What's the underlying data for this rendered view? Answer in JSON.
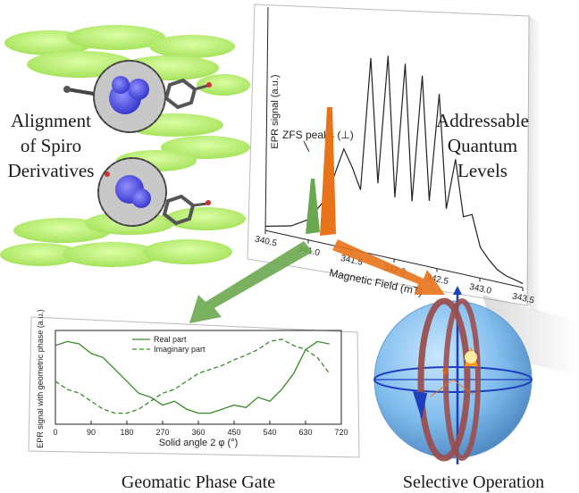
{
  "captions": {
    "alignment": [
      "Alignment",
      "of Spiro",
      "Derivatives"
    ],
    "addressable": [
      "Addressable",
      "Quantum",
      "Levels"
    ],
    "phase_gate": "Geomatic Phase Gate",
    "selective": "Selective Operation"
  },
  "colors": {
    "green_arrow": "#6aa84f",
    "orange_arrow": "#e8731a",
    "disc_green": "#b6f26a",
    "sphere_blue": "#5aa8e6",
    "ring_brown": "#9a4f4f",
    "arrow_blue": "#1f3fbf"
  },
  "chart_data": [
    {
      "type": "line",
      "xlabel": "Magnetic Field (mT)",
      "ylabel": "EPR signal (a.u.)",
      "xlim": [
        340.5,
        343.5
      ],
      "x_ticks": [
        "340.5",
        "341.0",
        "341.5",
        "342.0",
        "342.5",
        "343.0",
        "343.5"
      ],
      "annotation": "ZFS peaks (⊥)",
      "series": [
        {
          "x": [
            340.5,
            340.8,
            341.0,
            341.2,
            341.4,
            341.5,
            341.6,
            341.7,
            341.8,
            341.9,
            342.0,
            342.1,
            342.2,
            342.3,
            342.4,
            342.5,
            342.6,
            342.7,
            342.8,
            342.9,
            343.0,
            343.1,
            343.2,
            343.3,
            343.5
          ],
          "values": [
            0.02,
            0.05,
            0.1,
            0.22,
            0.48,
            0.4,
            0.3,
            0.95,
            0.35,
            0.98,
            0.3,
            0.96,
            0.3,
            0.92,
            0.32,
            0.85,
            0.3,
            0.55,
            0.28,
            0.3,
            0.15,
            0.1,
            0.06,
            0.04,
            0.02
          ]
        }
      ]
    },
    {
      "type": "line",
      "xlabel": "Solid angle 2 φ (°)",
      "ylabel": "EPR signal with geometric phase (a.u.)",
      "xlim": [
        0,
        720
      ],
      "x_ticks": [
        "0",
        "90",
        "180",
        "270",
        "360",
        "450",
        "540",
        "630",
        "720"
      ],
      "series": [
        {
          "name": "Real part",
          "x": [
            0,
            30,
            60,
            90,
            120,
            150,
            180,
            210,
            240,
            270,
            300,
            330,
            360,
            390,
            420,
            450,
            480,
            510,
            540,
            570,
            600,
            630,
            660,
            690
          ],
          "values": [
            0.9,
            0.95,
            0.92,
            0.8,
            0.75,
            0.6,
            0.45,
            0.3,
            0.25,
            0.15,
            0.2,
            0.1,
            0.05,
            0.05,
            0.1,
            0.15,
            0.12,
            0.25,
            0.2,
            0.35,
            0.55,
            0.85,
            0.95,
            0.92
          ]
        },
        {
          "name": "Imaginary part",
          "x": [
            0,
            30,
            60,
            90,
            120,
            150,
            180,
            210,
            240,
            270,
            300,
            330,
            360,
            390,
            420,
            450,
            480,
            510,
            540,
            570,
            600,
            630,
            660,
            690
          ],
          "values": [
            0.45,
            0.35,
            0.3,
            0.2,
            0.1,
            0.05,
            0.05,
            0.1,
            0.2,
            0.3,
            0.35,
            0.45,
            0.55,
            0.6,
            0.65,
            0.72,
            0.78,
            0.85,
            0.95,
            0.98,
            0.9,
            0.85,
            0.75,
            0.55
          ]
        }
      ]
    }
  ]
}
